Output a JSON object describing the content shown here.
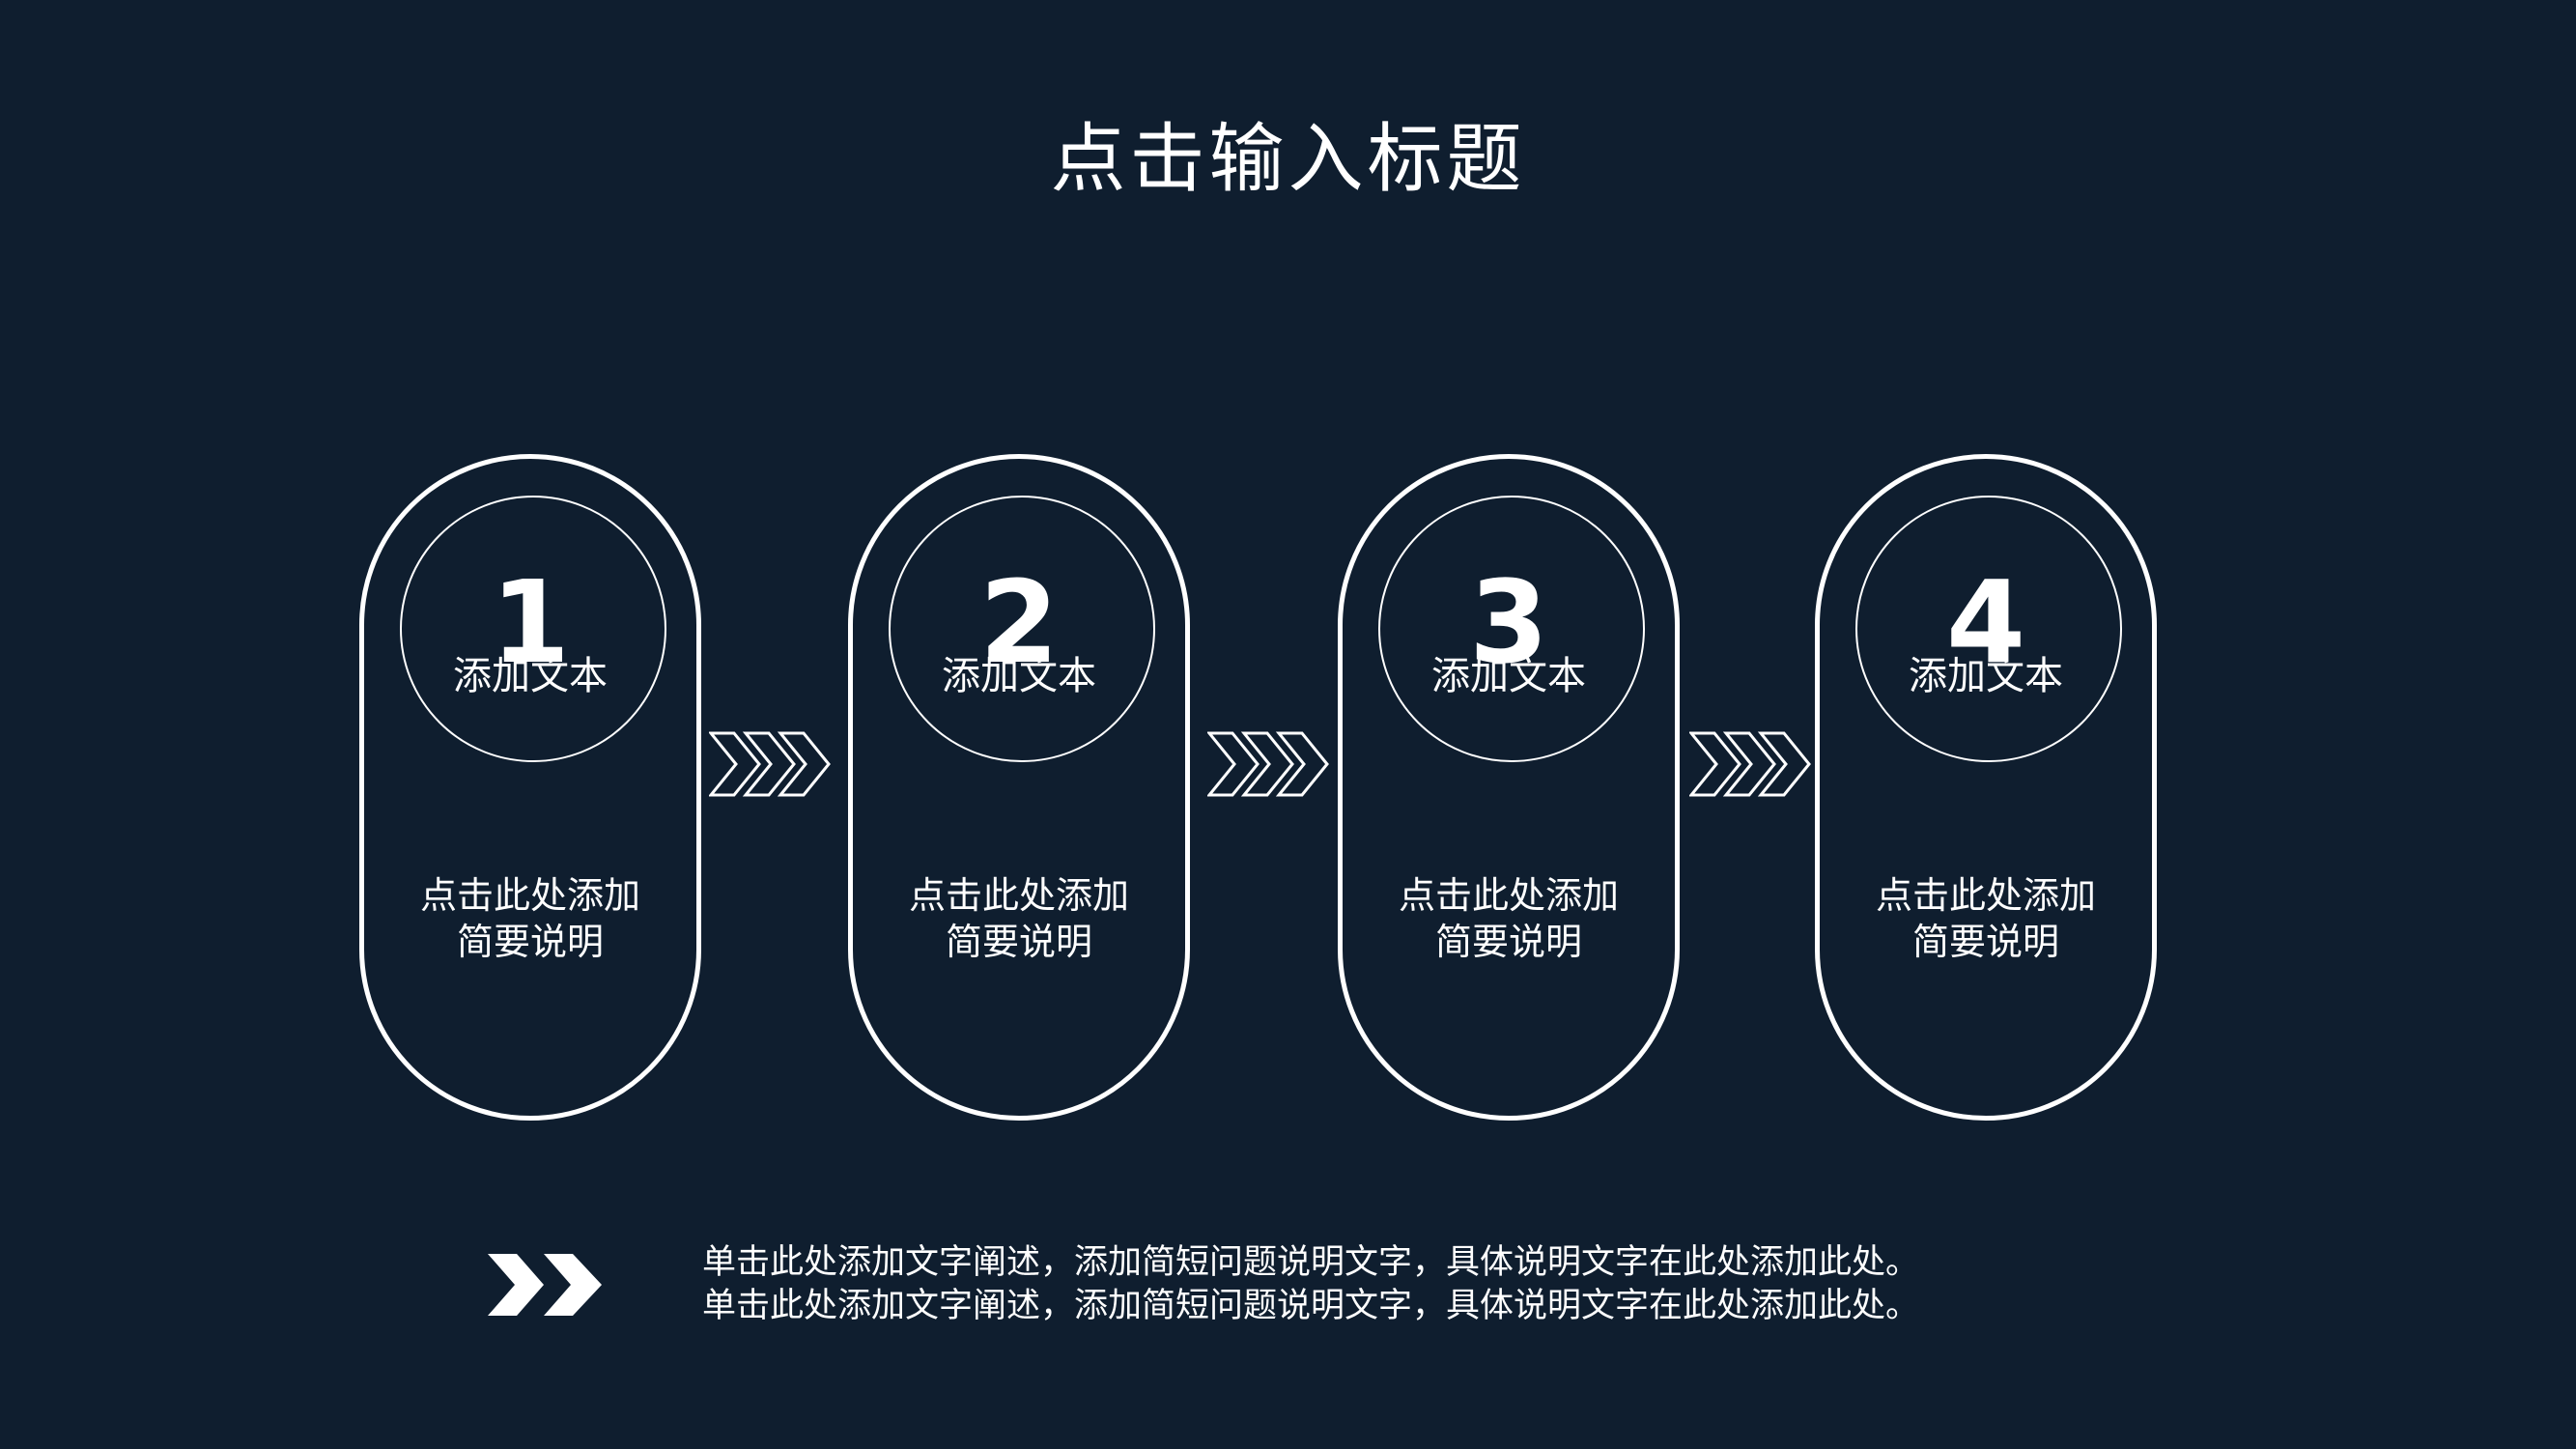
{
  "slide": {
    "title": "点击输入标题",
    "steps": [
      {
        "number": "1",
        "label": "添加文本",
        "desc_line1": "点击此处添加",
        "desc_line2": "简要说明"
      },
      {
        "number": "2",
        "label": "添加文本",
        "desc_line1": "点击此处添加",
        "desc_line2": "简要说明"
      },
      {
        "number": "3",
        "label": "添加文本",
        "desc_line1": "点击此处添加",
        "desc_line2": "简要说明"
      },
      {
        "number": "4",
        "label": "添加文本",
        "desc_line1": "点击此处添加",
        "desc_line2": "简要说明"
      }
    ],
    "note_lines": [
      "单击此处添加文字阐述，添加简短问题说明文字，具体说明文字在此处添加此处。",
      "单击此处添加文字阐述，添加简短问题说明文字，具体说明文字在此处添加此处。"
    ]
  },
  "icons": {
    "step_separator": "triple-chevron-outline-icon",
    "bullet": "double-chevron-solid-icon"
  },
  "colors": {
    "background": "#0f1e2f",
    "foreground": "#ffffff"
  }
}
